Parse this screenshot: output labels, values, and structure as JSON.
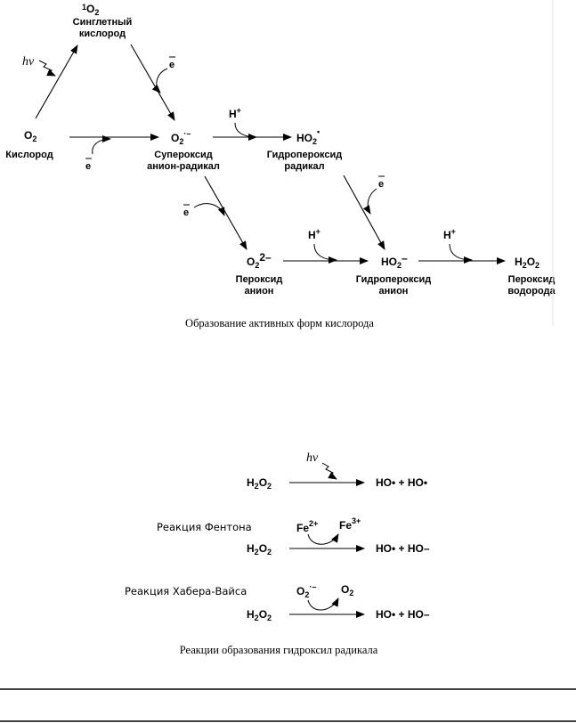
{
  "diagram1": {
    "singlet_sup": "1",
    "singlet_O": "O",
    "singlet_sub": "2",
    "singlet_label1": "Синглетный",
    "singlet_label2": "кислород",
    "hv": "hν",
    "o2_O": "O",
    "o2_sub": "2",
    "o2_label": "Кислород",
    "e": "e",
    "superoxide_O": "O",
    "superoxide_sub": "2",
    "superoxide_sup": "·–",
    "superoxide_label1": "Супероксид",
    "superoxide_label2": "анион-радикал",
    "h_plus": "H",
    "h_plus_sup": "+",
    "ho2_HO": "HO",
    "ho2_sub": "2",
    "ho2_sup": "•",
    "ho2_label1": "Гидропероксид",
    "ho2_label2": "радикал",
    "peroxide_O": "O",
    "peroxide_sub": "2",
    "peroxide_sup": "2–",
    "peroxide_label1": "Пероксид",
    "peroxide_label2": "анион",
    "ho2anion_HO": "HO",
    "ho2anion_sub": "2",
    "ho2anion_sup": "–",
    "ho2anion_label1": "Гидропероксид",
    "ho2anion_label2": "анион",
    "h2o2_H": "H",
    "h2o2_sub1": "2",
    "h2o2_O": "O",
    "h2o2_sub2": "2",
    "h2o2_label1": "Пероксид",
    "h2o2_label2": "водорода",
    "caption": "Образование активных форм кислорода"
  },
  "diagram2": {
    "hv": "hν",
    "reactant_H": "H",
    "reactant_sub1": "2",
    "reactant_O": "O",
    "reactant_sub2": "2",
    "products_radicals": "HO• + HO•",
    "products_ion": "HO• + HO–",
    "fenton_label": "Реакция Фентона",
    "fe2": "Fe",
    "fe2_sup": "2+",
    "fe3": "Fe",
    "fe3_sup": "3+",
    "haber_label": "Реакция Хабера-Вайса",
    "sup_O": "O",
    "sup_sub": "2",
    "sup_sup": "·–",
    "o2_O": "O",
    "o2_sub": "2",
    "caption": "Реакции образования гидроксил радикала"
  }
}
